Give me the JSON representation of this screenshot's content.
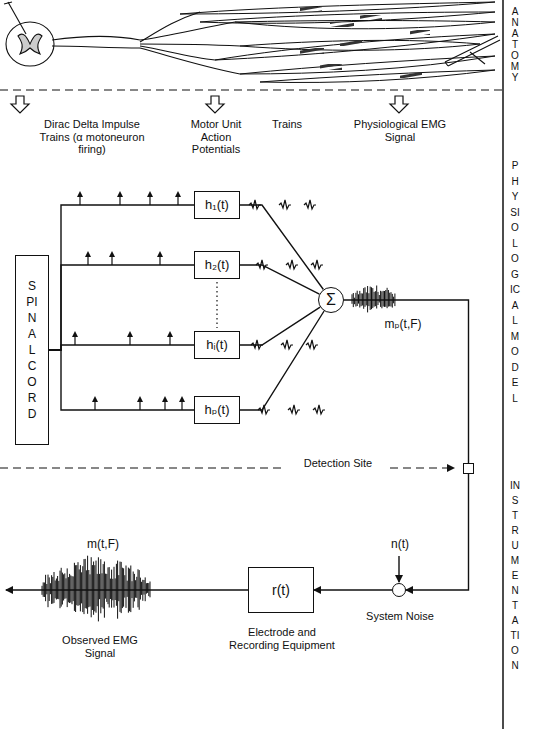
{
  "diagram": {
    "nodes": [
      {
        "text": [
          "SPINAL CORD"
        ]
      },
      {
        "text": [
          "h₁(t)"
        ]
      },
      {
        "text": [
          "h₂(t)"
        ]
      },
      {
        "text": [
          "hᵢ(t)"
        ]
      },
      {
        "text": [
          "hₚ(t)"
        ]
      },
      {
        "text": [
          "Σ"
        ]
      },
      {
        "text": [
          "Detection Site"
        ]
      },
      {
        "text": [
          "System Noise"
        ]
      },
      {
        "text": [
          "r(t)",
          "Electrode and Recording Equipment"
        ]
      }
    ],
    "edges": [
      {
        "from": 0,
        "to": 1,
        "arrow": "none"
      },
      {
        "from": 0,
        "to": 2,
        "arrow": "none"
      },
      {
        "from": 0,
        "to": 3,
        "arrow": "none"
      },
      {
        "from": 0,
        "to": 4,
        "arrow": "none"
      },
      {
        "from": 1,
        "to": 5,
        "arrow": "none"
      },
      {
        "from": 2,
        "to": 5,
        "arrow": "none"
      },
      {
        "from": 3,
        "to": 5,
        "arrow": "none"
      },
      {
        "from": 4,
        "to": 5,
        "arrow": "none"
      },
      {
        "from": 5,
        "to": 6,
        "arrow": "none"
      },
      {
        "from": 6,
        "to": 7,
        "arrow": "to"
      },
      {
        "from": 7,
        "to": 8,
        "arrow": "to"
      }
    ],
    "labels": [
      "Dirac Delta Impulse Trains (α motoneuron firing)",
      "Motor Unit Action Potentials",
      "Trains",
      "Physiological EMG Signal",
      "mₚ(t,F)",
      "n(t)",
      "m(t,F)",
      "Observed EMG Signal",
      "ANATOMY",
      "PHYSIOLOGICAL MODEL",
      "INSTRUMENTATION"
    ]
  }
}
